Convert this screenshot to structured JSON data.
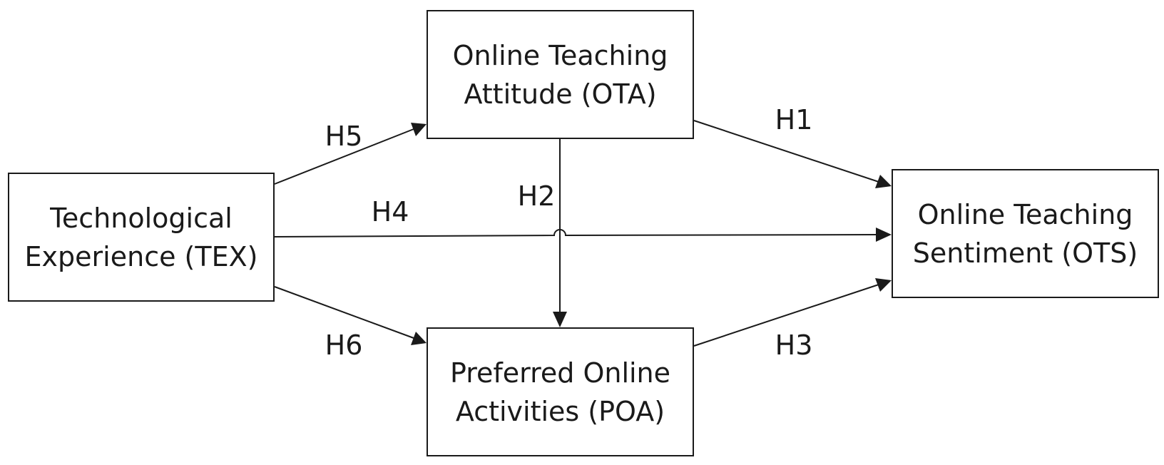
{
  "diagram": {
    "nodes": {
      "tex": {
        "line1": "Technological",
        "line2": "Experience (TEX)"
      },
      "ota": {
        "line1": "Online Teaching",
        "line2": "Attitude (OTA)"
      },
      "poa": {
        "line1": "Preferred Online",
        "line2": "Activities (POA)"
      },
      "ots": {
        "line1": "Online Teaching",
        "line2": "Sentiment (OTS)"
      }
    },
    "edges": [
      {
        "id": "h1",
        "from": "OTA",
        "to": "OTS",
        "label": "H1"
      },
      {
        "id": "h2",
        "from": "OTA",
        "to": "POA",
        "label": "H2"
      },
      {
        "id": "h3",
        "from": "POA",
        "to": "OTS",
        "label": "H3"
      },
      {
        "id": "h4",
        "from": "TEX",
        "to": "OTS",
        "label": "H4"
      },
      {
        "id": "h5",
        "from": "TEX",
        "to": "OTA",
        "label": "H5"
      },
      {
        "id": "h6",
        "from": "TEX",
        "to": "POA",
        "label": "H6"
      }
    ],
    "colors": {
      "stroke": "#1a1a1a",
      "background": "#ffffff"
    }
  }
}
